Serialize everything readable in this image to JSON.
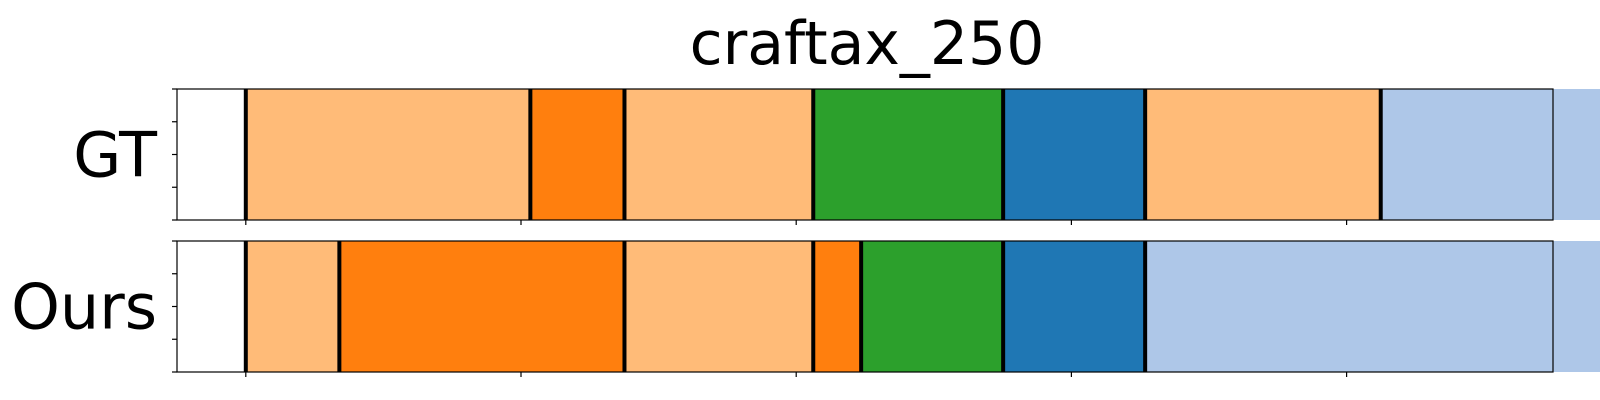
{
  "chart_data": {
    "type": "bar",
    "title": "craftax_250",
    "xlabel": "",
    "ylabel": "",
    "xlim": [
      0,
      250
    ],
    "x_ticks": [
      12.5,
      62.5,
      112.5,
      162.5,
      212.5,
      262.5
    ],
    "show_tick_labels": false,
    "grid": false,
    "colors": {
      "light_orange": "#ffbb78",
      "orange": "#ff7f0e",
      "green": "#2ca02c",
      "blue": "#1f77b4",
      "light_blue": "#aec7e8",
      "boundary": "#000000"
    },
    "rows": [
      {
        "label": "GT",
        "segments": [
          {
            "start": 12.5,
            "end": 64.2,
            "color": "light_orange"
          },
          {
            "start": 64.2,
            "end": 81.3,
            "color": "orange"
          },
          {
            "start": 81.3,
            "end": 115.6,
            "color": "light_orange"
          },
          {
            "start": 115.6,
            "end": 150.1,
            "color": "green"
          },
          {
            "start": 150.1,
            "end": 175.9,
            "color": "blue"
          },
          {
            "start": 175.9,
            "end": 218.7,
            "color": "light_orange"
          },
          {
            "start": 218.7,
            "end": 262.0,
            "color": "light_blue"
          }
        ]
      },
      {
        "label": "Ours",
        "segments": [
          {
            "start": 12.5,
            "end": 29.5,
            "color": "light_orange"
          },
          {
            "start": 29.5,
            "end": 81.3,
            "color": "orange"
          },
          {
            "start": 81.3,
            "end": 115.6,
            "color": "light_orange"
          },
          {
            "start": 115.6,
            "end": 124.3,
            "color": "orange"
          },
          {
            "start": 124.3,
            "end": 150.1,
            "color": "green"
          },
          {
            "start": 150.1,
            "end": 175.9,
            "color": "blue"
          },
          {
            "start": 175.9,
            "end": 262.0,
            "color": "light_blue"
          }
        ]
      }
    ]
  }
}
